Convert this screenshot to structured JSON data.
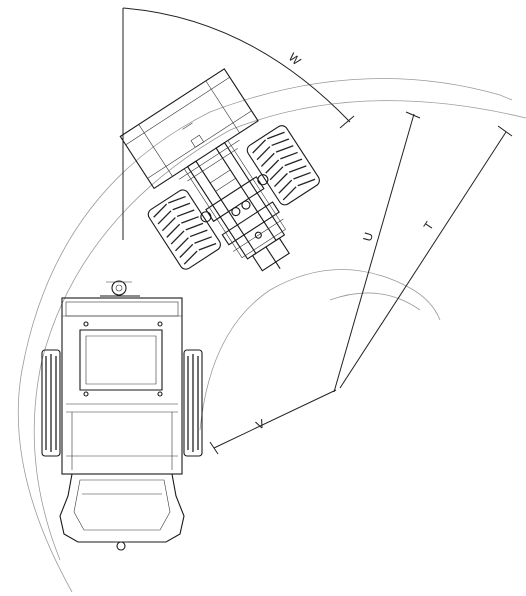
{
  "labels": {
    "W": "W",
    "U": "U",
    "T": "T",
    "V": "V"
  }
}
